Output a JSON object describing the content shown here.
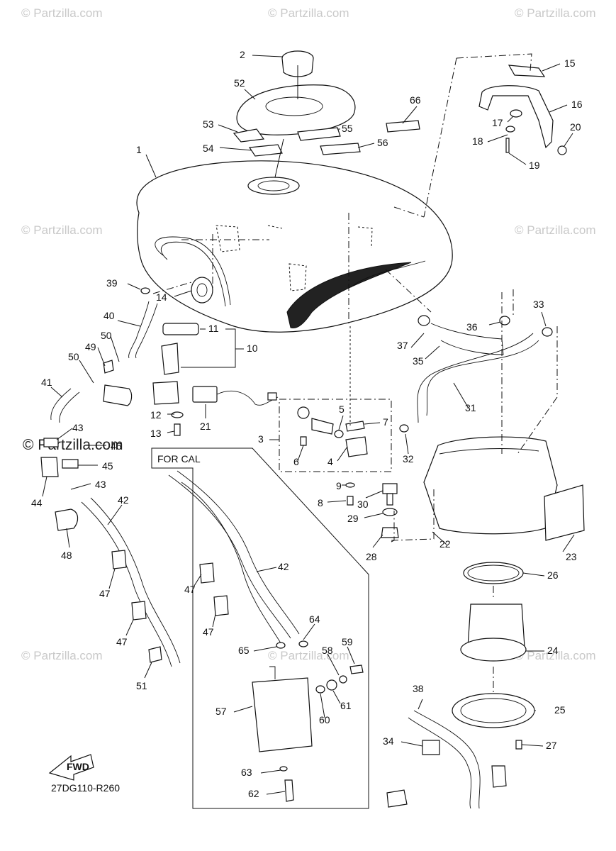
{
  "watermark": "© Partzilla.com",
  "watermark_dark": "© Partzilla.com",
  "for_cal_label": "FOR CAL",
  "fwd_label": "FWD",
  "diagram_code": "27DG110-R260",
  "callouts": {
    "c1": "1",
    "c2": "2",
    "c3": "3",
    "c4": "4",
    "c5": "5",
    "c6": "6",
    "c7": "7",
    "c8": "8",
    "c9": "9",
    "c10": "10",
    "c11": "11",
    "c12": "12",
    "c13": "13",
    "c14": "14",
    "c15": "15",
    "c16": "16",
    "c17": "17",
    "c18": "18",
    "c19": "19",
    "c20": "20",
    "c21": "21",
    "c22": "22",
    "c23": "23",
    "c24": "24",
    "c25": "25",
    "c26": "26",
    "c27": "27",
    "c28": "28",
    "c29": "29",
    "c30": "30",
    "c31": "31",
    "c32": "32",
    "c33": "33",
    "c34": "34",
    "c35": "35",
    "c36": "36",
    "c37": "37",
    "c38": "38",
    "c39": "39",
    "c40": "40",
    "c41": "41",
    "c42": "42",
    "c43": "43",
    "c44": "44",
    "c45": "45",
    "c46": "46",
    "c47": "47",
    "c48": "48",
    "c49": "49",
    "c50": "50",
    "c51": "51",
    "c52": "52",
    "c53": "53",
    "c54": "54",
    "c55": "55",
    "c56": "56",
    "c57": "57",
    "c58": "58",
    "c59": "59",
    "c60": "60",
    "c61": "61",
    "c62": "62",
    "c63": "63",
    "c64": "64",
    "c65": "65",
    "c66": "66"
  }
}
